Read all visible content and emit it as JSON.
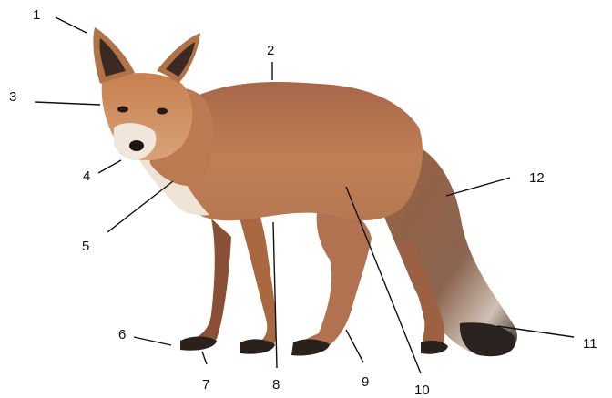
{
  "labels": [
    "1",
    "2",
    "3",
    "4",
    "5",
    "6",
    "7",
    "8",
    "9",
    "10",
    "11",
    "12"
  ],
  "colors": {
    "fur_main": "#b9744a",
    "fur_light": "#d29a6e",
    "fur_dark": "#7a4a34",
    "cream": "#efe3d6",
    "dark_leg": "#2a201c",
    "line": "#111111"
  }
}
